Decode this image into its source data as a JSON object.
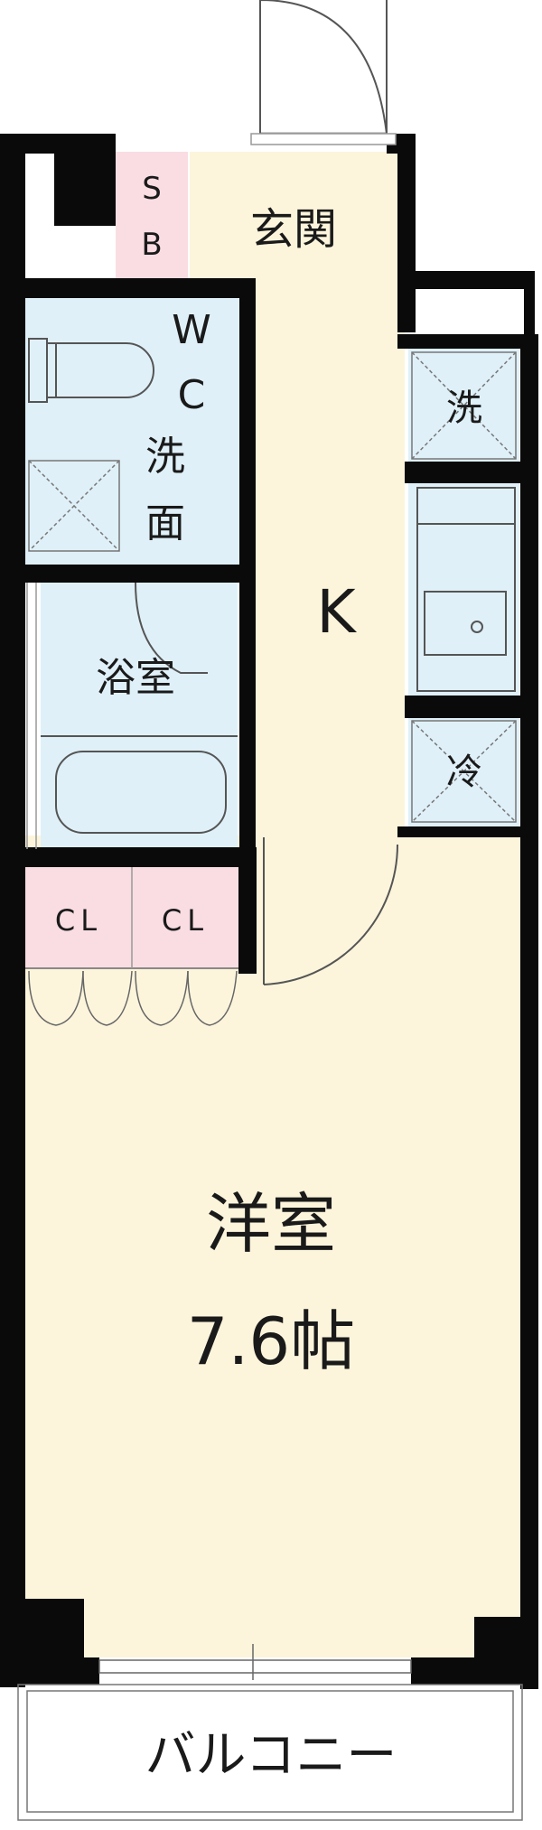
{
  "labels": {
    "entrance": "玄関",
    "shoe_box_1": "S",
    "shoe_box_2": "B",
    "toilet_1": "W",
    "toilet_2": "C",
    "washroom_1": "洗",
    "washroom_2": "面",
    "bathroom": "浴室",
    "kitchen": "K",
    "washer": "洗",
    "fridge": "冷",
    "closet_1": "CL",
    "closet_2": "CL",
    "western_room": "洋室",
    "western_room_size": "7.6帖",
    "balcony": "バルコニー"
  },
  "colors": {
    "wall": "#0a0a0a",
    "floor_wood": "#fcf5dc",
    "wet_area": "#dff0f8",
    "storage": "#f9dde3",
    "fixture_line": "#555555"
  }
}
